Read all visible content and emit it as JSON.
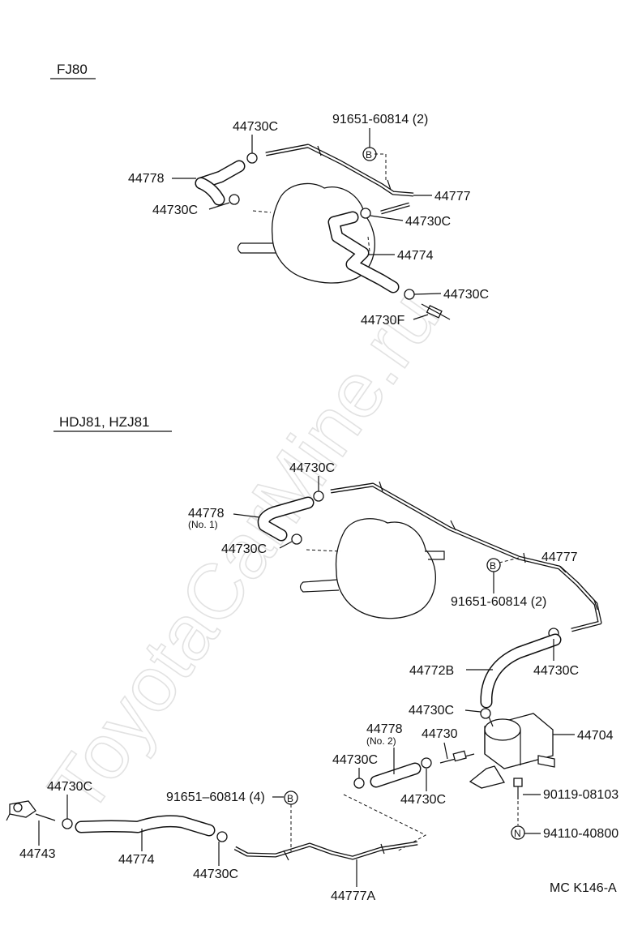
{
  "watermark": "ToyotaCarMine.ru",
  "diagram_code": "MC K146-A",
  "sections": {
    "fj80": {
      "title": "FJ80",
      "labels": {
        "clip_top": "44730C",
        "bolt_ref": "91651-60814 (2)",
        "hose_44778": "44778",
        "clip_left": "44730C",
        "pipe_44777": "44777",
        "clip_mid": "44730C",
        "hose_44774": "44774",
        "clip_low": "44730C",
        "valve_44730F": "44730F"
      },
      "markers": {
        "b": "B"
      }
    },
    "hdj81": {
      "title": "HDJ81, HZJ81",
      "labels": {
        "clip_top": "44730C",
        "hose_44778_no1": "44778",
        "no1": "(No. 1)",
        "clip_left": "44730C",
        "pipe_44777": "44777",
        "bolt_ref": "91651-60814 (2)",
        "hose_44772b": "44772B",
        "clip_right": "44730C",
        "clip_tank": "44730C",
        "tank_44704": "44704",
        "hose_44778_no2": "44778",
        "no2": "(No. 2)",
        "valve_44730": "44730",
        "clip_no2_left": "44730C",
        "clip_no2_right": "44730C",
        "bolt_90119": "90119-08103",
        "nut_94110": "94110-40800",
        "clip_bottom_left": "44730C",
        "bolt_ref_4": "91651–60814 (4)",
        "fitting_44743": "44743",
        "hose_44774": "44774",
        "clip_bottom_mid": "44730C",
        "pipe_44777a": "44777A"
      },
      "markers": {
        "b1": "B",
        "b2": "B",
        "n": "N"
      }
    }
  }
}
